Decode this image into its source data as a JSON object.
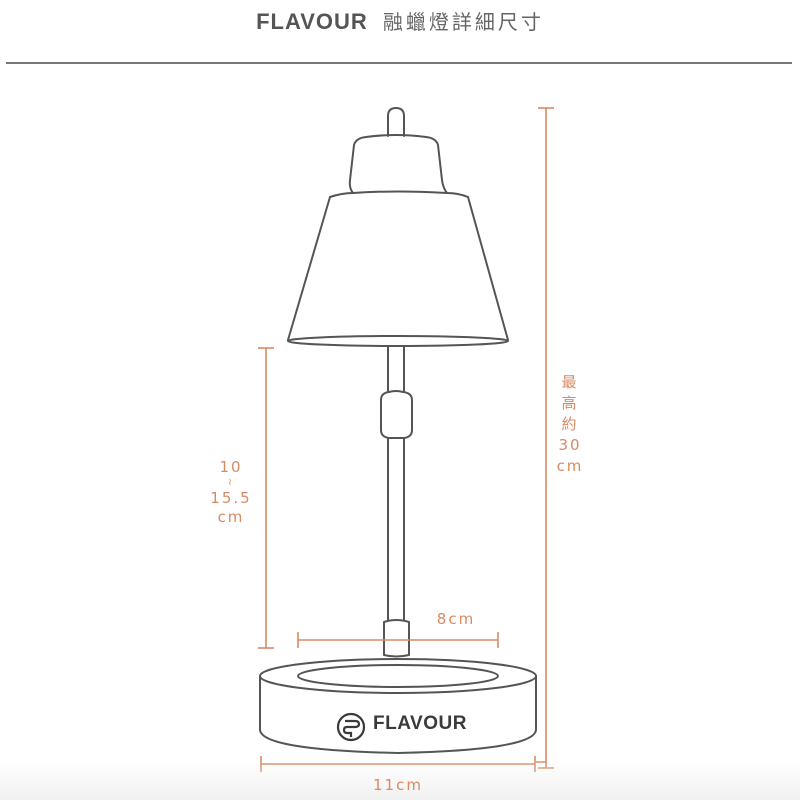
{
  "header": {
    "brand": "FLAVOUR",
    "subtitle": "融蠟燈詳細尺寸"
  },
  "diagram": {
    "subject": "melting wax lamp (side view)",
    "line_color": "#555555",
    "dimension_color": "#d98a63",
    "base_logo": {
      "icon": "flavour-logo-icon",
      "text": "FLAVOUR"
    },
    "dimensions": {
      "adjustable_height": {
        "line1": "10",
        "line2": "≀",
        "line3": "15.5",
        "line4": "cm"
      },
      "max_height": {
        "line1": "最",
        "line2": "高",
        "line3": "約",
        "line4": "30",
        "line5": "cm"
      },
      "inner_width": {
        "label": "8cm"
      },
      "base_width": {
        "label": "11cm"
      }
    }
  }
}
